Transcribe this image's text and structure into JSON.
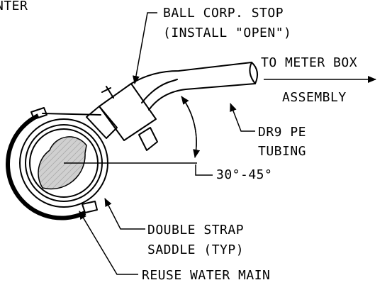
{
  "labels": {
    "top_left_fragment": "NTER",
    "ball_stop_line1": "BALL CORP. STOP",
    "ball_stop_line2": "(INSTALL \"OPEN\")",
    "to_meter_line1": "TO METER BOX",
    "to_meter_line2": "ASSEMBLY",
    "tubing_line1": "DR9 PE",
    "tubing_line2": "TUBING",
    "angle": "30°-45°",
    "saddle_line1": "DOUBLE STRAP",
    "saddle_line2": "SADDLE (TYP)",
    "main": "REUSE WATER MAIN"
  },
  "colors": {
    "line": "#000000",
    "hatch_fill": "#c8c8c8",
    "background": "#ffffff"
  }
}
